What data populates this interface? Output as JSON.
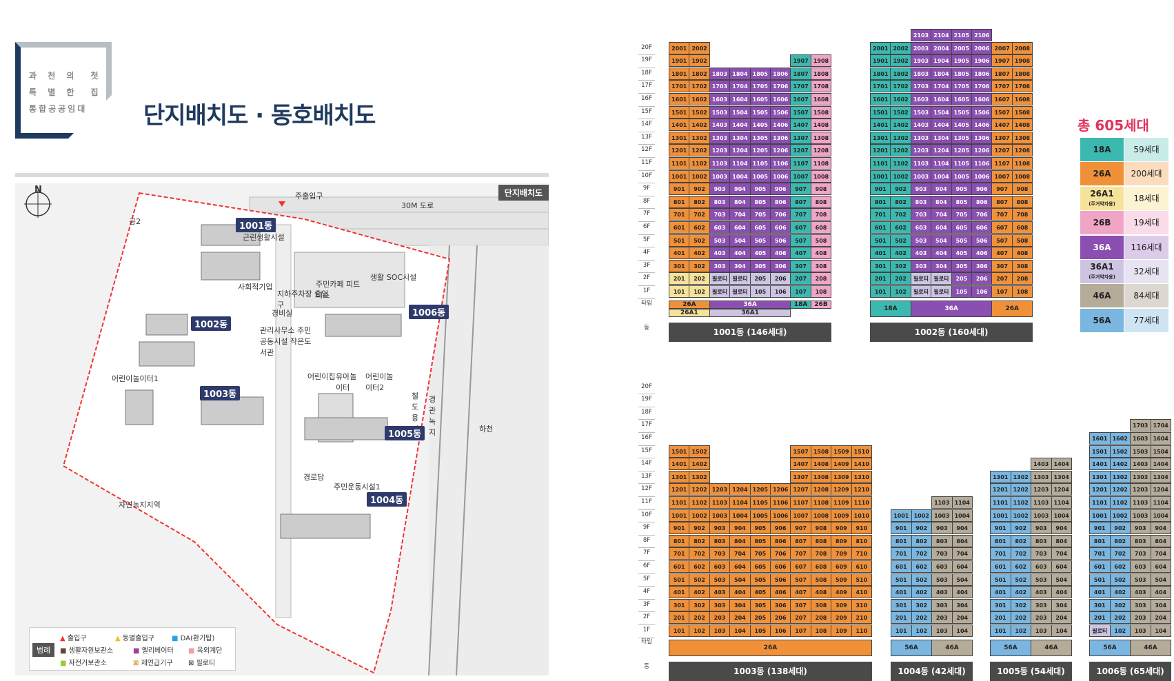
{
  "header": {
    "badge_lines": [
      "과 천 의　첫",
      "특 별 한　집",
      "통합공공임대"
    ],
    "title": "단지배치도 · 동호배치도"
  },
  "map": {
    "tag": "단지배치도",
    "north": "N",
    "labels": [
      "공2",
      "30M 도로",
      "주출입구",
      "근린생활시설",
      "사회적기업",
      "지하주차장 출입구",
      "주민카페 피트니스",
      "생활 SOC시설",
      "경비실",
      "관리사무소 주민공동시설 작은도서관",
      "어린이놀이터1",
      "어린이집",
      "유아놀이터",
      "어린이놀이터2",
      "경로당",
      "주민운동시설1",
      "자연녹지지역",
      "철도용지",
      "경관녹지",
      "하천"
    ],
    "dong_badges": [
      "1001동",
      "1002동",
      "1003동",
      "1004동",
      "1005동",
      "1006동"
    ]
  },
  "legend": {
    "title": "범례",
    "items": [
      "출입구",
      "동별출입구",
      "DA(환기탑)",
      "생활자원보관소",
      "엘리베이터",
      "옥외계단",
      "자전거보관소",
      "제연급기구",
      "필로티"
    ]
  },
  "chart_data": {
    "type": "table",
    "total": "총 605세대",
    "summary": [
      {
        "type": "18A",
        "count": "59세대",
        "color": "#3bb9b0"
      },
      {
        "type": "26A",
        "count": "200세대",
        "color": "#f0913a"
      },
      {
        "type": "26A1",
        "sub": "(주거약자용)",
        "count": "18세대",
        "color": "#f6e39a"
      },
      {
        "type": "26B",
        "count": "19세대",
        "color": "#f0a5c6"
      },
      {
        "type": "36A",
        "count": "116세대",
        "color": "#8a4fb0"
      },
      {
        "type": "36A1",
        "sub": "(주거약자용)",
        "count": "32세대",
        "color": "#cdc4e4"
      },
      {
        "type": "46A",
        "count": "84세대",
        "color": "#b5ab99"
      },
      {
        "type": "56A",
        "count": "77세대",
        "color": "#7ab6df"
      }
    ],
    "floor_labels": [
      "20F",
      "19F",
      "18F",
      "17F",
      "16F",
      "15F",
      "14F",
      "13F",
      "12F",
      "11F",
      "10F",
      "9F",
      "8F",
      "7F",
      "6F",
      "5F",
      "4F",
      "3F",
      "2F",
      "1F"
    ],
    "row_labels": {
      "type": "타입",
      "dong": "동"
    },
    "buildings": [
      {
        "name": "1001동 (146세대)",
        "panel": "top",
        "floors": 20,
        "cols": [
          "26A",
          "26A",
          "36A",
          "36A",
          "36A",
          "36A",
          "18A",
          "26B"
        ],
        "lines": [
          1,
          2,
          3,
          4,
          5,
          6,
          7,
          8
        ],
        "top": [
          20,
          20,
          18,
          18,
          18,
          18,
          19,
          19
        ],
        "bottom_type": [
          "26A1",
          "26A1",
          "36A1",
          "36A1",
          "36A1",
          "36A1",
          "18A",
          "26B"
        ],
        "piloti": [
          [
            2,
            3
          ],
          [
            2,
            4
          ],
          [
            1,
            3
          ],
          [
            1,
            4
          ]
        ],
        "types": [
          {
            "label": "26A",
            "span": 2
          },
          {
            "label": "36A",
            "span": 4
          },
          {
            "label": "18A",
            "span": 1
          },
          {
            "label": "26B",
            "span": 1
          }
        ],
        "subtypes": [
          {
            "label": "26A1",
            "span": 2
          },
          {
            "label": "36A1",
            "span": 4
          }
        ]
      },
      {
        "name": "1002동 (160세대)",
        "panel": "top",
        "floors": 21,
        "cols": [
          "18A",
          "18A",
          "36A",
          "36A",
          "36A",
          "36A",
          "26A",
          "26A"
        ],
        "lines": [
          1,
          2,
          3,
          4,
          5,
          6,
          7,
          8
        ],
        "top": [
          20,
          20,
          21,
          21,
          21,
          21,
          20,
          20
        ],
        "piloti": [
          [
            2,
            3
          ],
          [
            2,
            4
          ],
          [
            1,
            3
          ],
          [
            1,
            4
          ]
        ],
        "types": [
          {
            "label": "18A",
            "span": 2
          },
          {
            "label": "36A",
            "span": 4
          },
          {
            "label": "26A",
            "span": 2
          }
        ]
      },
      {
        "name": "1003동 (138세대)",
        "panel": "bottom",
        "floors": 15,
        "cols": [
          "26A",
          "26A",
          "26A",
          "26A",
          "26A",
          "26A",
          "26A",
          "26A",
          "26A",
          "26A"
        ],
        "lines": [
          1,
          2,
          3,
          4,
          5,
          6,
          7,
          8,
          9,
          10
        ],
        "top": [
          15,
          15,
          12,
          12,
          12,
          12,
          15,
          15,
          15,
          15
        ],
        "types": [
          {
            "label": "26A",
            "span": 10
          }
        ]
      },
      {
        "name": "1004동 (42세대)",
        "panel": "bottom",
        "floors": 11,
        "cols": [
          "56A",
          "56A",
          "46A",
          "46A"
        ],
        "lines": [
          1,
          2,
          3,
          4
        ],
        "top": [
          10,
          10,
          11,
          11
        ],
        "types": [
          {
            "label": "56A",
            "span": 2
          },
          {
            "label": "46A",
            "span": 2
          }
        ]
      },
      {
        "name": "1005동 (54세대)",
        "panel": "bottom",
        "floors": 14,
        "cols": [
          "56A",
          "56A",
          "46A",
          "46A"
        ],
        "lines": [
          1,
          2,
          3,
          4
        ],
        "top": [
          13,
          13,
          14,
          14
        ],
        "types": [
          {
            "label": "56A",
            "span": 2
          },
          {
            "label": "46A",
            "span": 2
          }
        ]
      },
      {
        "name": "1006동 (65세대)",
        "panel": "bottom",
        "floors": 17,
        "cols": [
          "56A",
          "56A",
          "46A",
          "46A"
        ],
        "lines": [
          1,
          2,
          3,
          4
        ],
        "top": [
          16,
          16,
          17,
          17
        ],
        "piloti": [
          [
            1,
            1
          ]
        ],
        "piloti_label": "필로티",
        "types": [
          {
            "label": "56A",
            "span": 2
          },
          {
            "label": "46A",
            "span": 2
          }
        ]
      }
    ]
  }
}
